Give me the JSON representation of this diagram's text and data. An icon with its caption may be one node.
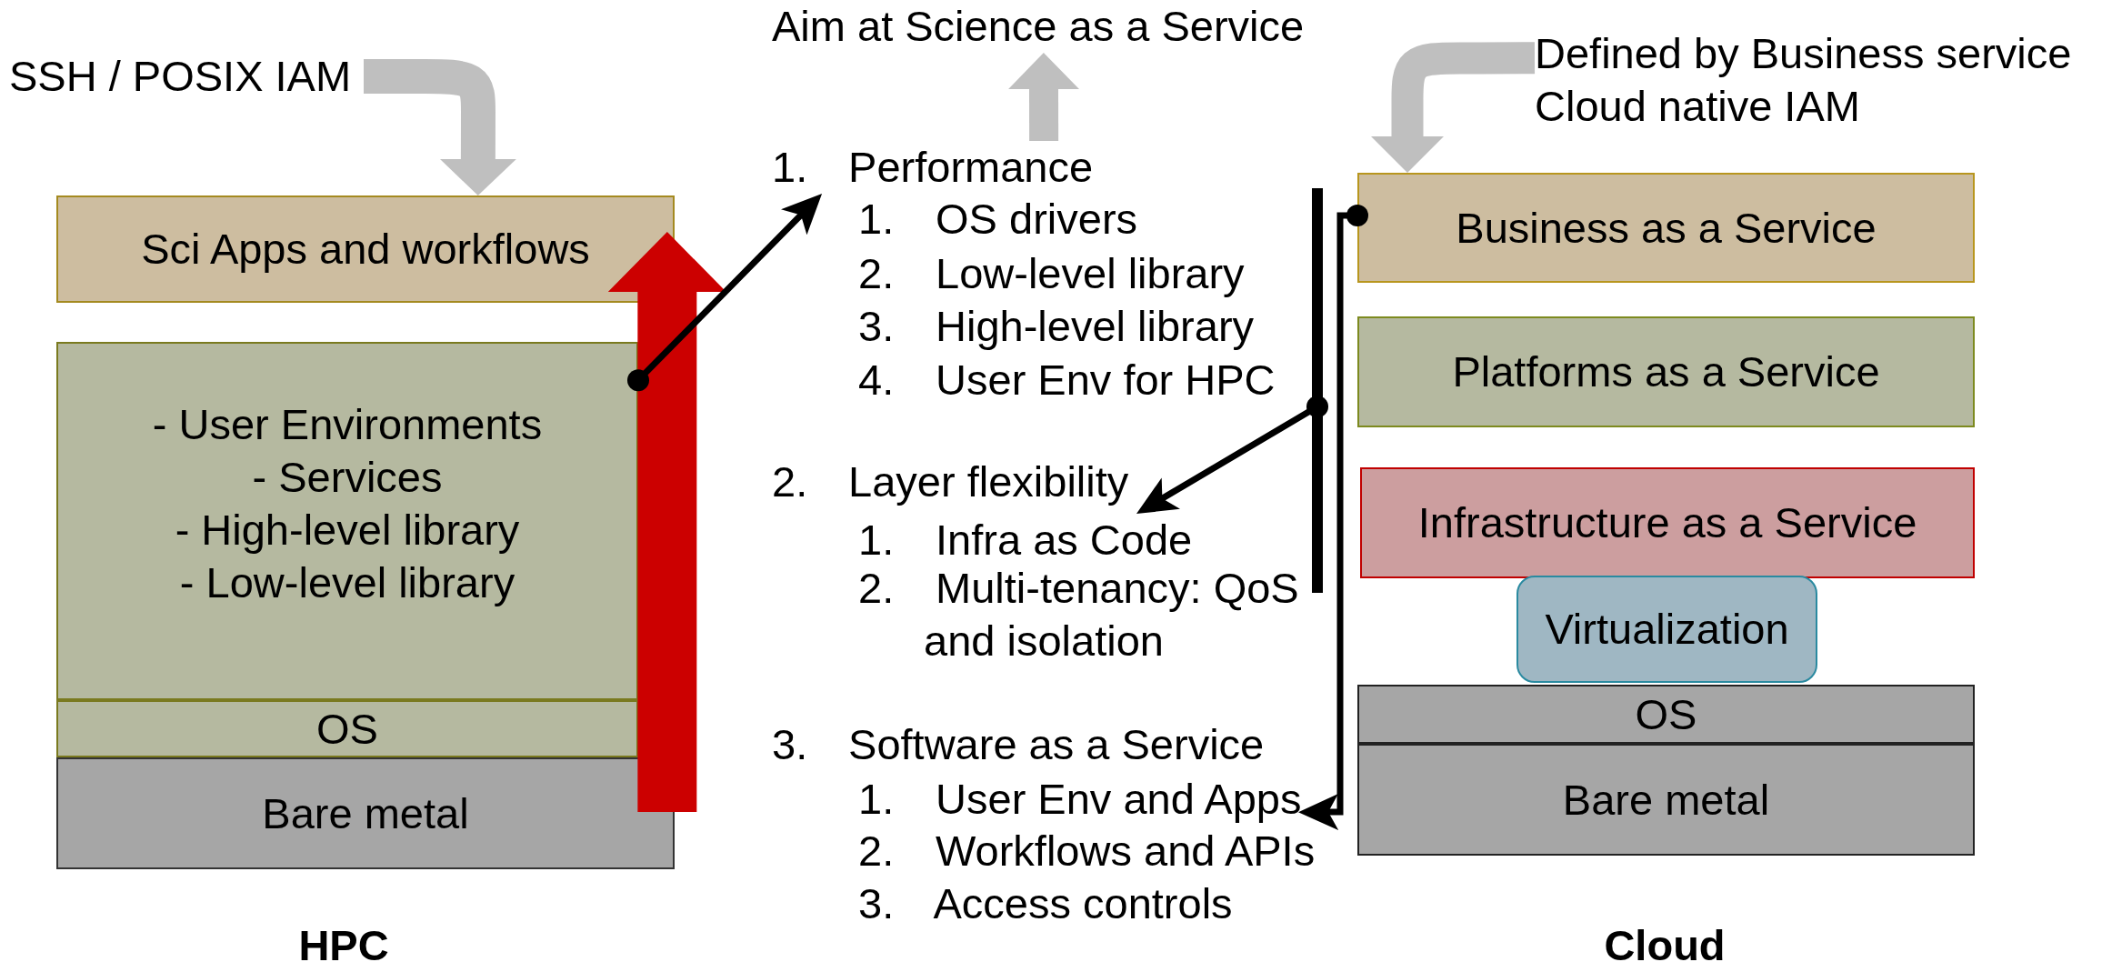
{
  "diagram": {
    "nodes": [
      {
        "text": [
          "SSH / POSIX IAM"
        ]
      },
      {
        "text": [
          "Sci Apps and workflows"
        ]
      },
      {
        "text": [
          "- User Environments",
          "- Services",
          "- High-level library",
          "- Low-level library"
        ]
      },
      {
        "text": [
          "OS"
        ]
      },
      {
        "text": [
          "Bare metal"
        ]
      },
      {
        "text": [
          "Aim at Science as a Service"
        ]
      },
      {
        "text": [
          "1. Performance"
        ]
      },
      {
        "text": [
          "1. Infra as Code"
        ]
      },
      {
        "text": [
          "1. User Env and Apps"
        ]
      },
      {
        "text": [],
        "shape": "bar"
      },
      {
        "text": [
          "Defined by Business service",
          "Cloud native IAM"
        ]
      },
      {
        "text": [
          "Business as a Service"
        ]
      },
      {
        "text": [
          "Platforms as a Service"
        ]
      },
      {
        "text": [
          "Infrastructure as a Service"
        ]
      },
      {
        "text": [
          "Virtualization"
        ]
      },
      {
        "text": [
          "OS"
        ]
      },
      {
        "text": [
          "Bare metal"
        ]
      }
    ],
    "edges": [
      {
        "from": 0,
        "to": 1,
        "arrow": "to",
        "color": "#bfbfbf"
      },
      {
        "from": 6,
        "to": 5,
        "arrow": "to",
        "color": "#bfbfbf"
      },
      {
        "from": 10,
        "to": 11,
        "arrow": "to",
        "color": "#bfbfbf"
      },
      {
        "from": 4,
        "to": 1,
        "arrow": "to",
        "style": "thick",
        "color": "#cc0000"
      },
      {
        "from": 2,
        "to": 6,
        "arrow": "to",
        "color": "#000000"
      },
      {
        "from": 9,
        "to": 7,
        "arrow": "to",
        "color": "#000000"
      },
      {
        "from": 11,
        "to": 8,
        "arrow": "to",
        "color": "#000000"
      }
    ],
    "labels": [
      "1. OS drivers",
      "2. Low-level library",
      "3. High-level library",
      "4. User Env for HPC",
      "2. Layer flexibility",
      "2. Multi-tenancy: QoS and isolation",
      "3. Software as a Service",
      "2. Workflows and APIs",
      "3. Access controls",
      "HPC",
      "Cloud"
    ]
  }
}
